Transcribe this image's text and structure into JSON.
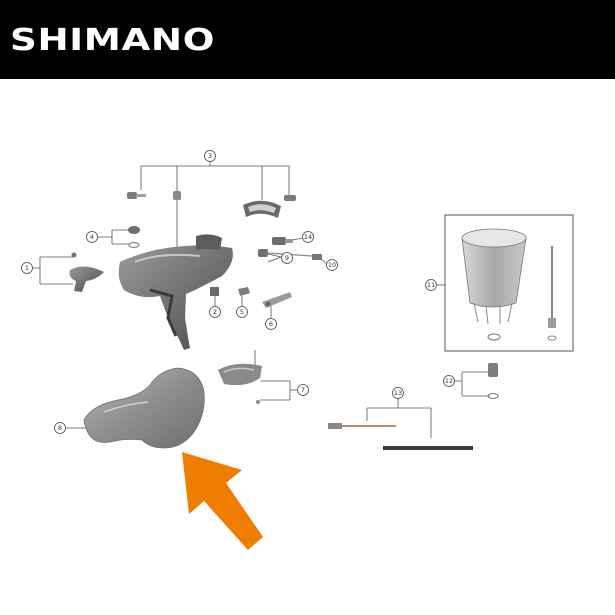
{
  "header": {
    "brand": "SHIMANO"
  },
  "callouts": [
    {
      "id": "callout-1",
      "number": "1"
    },
    {
      "id": "callout-2",
      "number": "2"
    },
    {
      "id": "callout-3",
      "number": "3"
    },
    {
      "id": "callout-4",
      "number": "4"
    },
    {
      "id": "callout-5",
      "number": "5"
    },
    {
      "id": "callout-6",
      "number": "6"
    },
    {
      "id": "callout-7",
      "number": "7"
    },
    {
      "id": "callout-8",
      "number": "8"
    },
    {
      "id": "callout-9",
      "number": "9"
    },
    {
      "id": "callout-10",
      "number": "10"
    },
    {
      "id": "callout-11",
      "number": "11"
    },
    {
      "id": "callout-12",
      "number": "12"
    },
    {
      "id": "callout-13",
      "number": "13"
    },
    {
      "id": "callout-14",
      "number": "14"
    }
  ],
  "colors": {
    "header_bg": "#000000",
    "brand_text": "#ffffff",
    "arrow": "#ee7d00",
    "part_gray": "#8a8a8a"
  },
  "icons": {
    "arrow": "orange-arrow-icon"
  }
}
